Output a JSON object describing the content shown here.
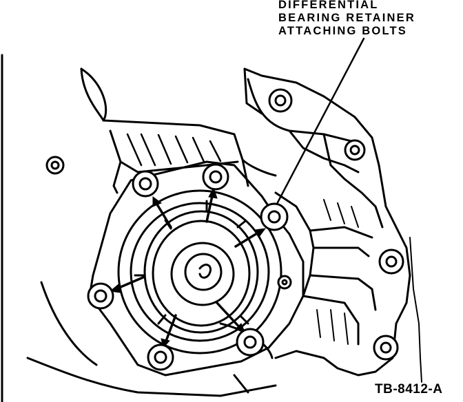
{
  "callout": {
    "lines": [
      "DIFFERENTIAL",
      "BEARING RETAINER",
      "ATTACHING BOLTS"
    ]
  },
  "figure_number": "TB-8412-A",
  "colors": {
    "ink": "#000000",
    "paper": "#ffffff"
  }
}
